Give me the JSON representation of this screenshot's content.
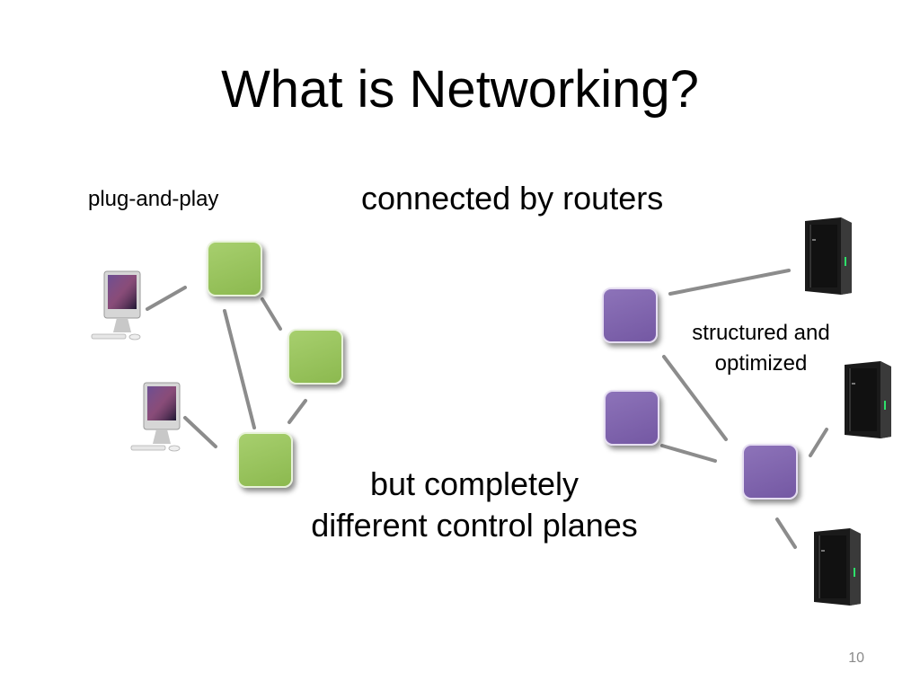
{
  "slide": {
    "title": "What is Networking?",
    "page_number": "10"
  },
  "labels": {
    "plug_and_play": "plug-and-play",
    "connected_by_routers": "connected by routers",
    "structured_line1": "structured and",
    "structured_line2": "optimized",
    "bottom_line1": "but completely",
    "bottom_line2": "different control planes"
  },
  "colors": {
    "green_node": "#8cb94f",
    "purple_node": "#7458a3",
    "link": "#8c8c8c",
    "server_led": "#2ee06a"
  },
  "icons": {
    "computer": "imac-computer-icon",
    "server": "tower-server-icon"
  }
}
